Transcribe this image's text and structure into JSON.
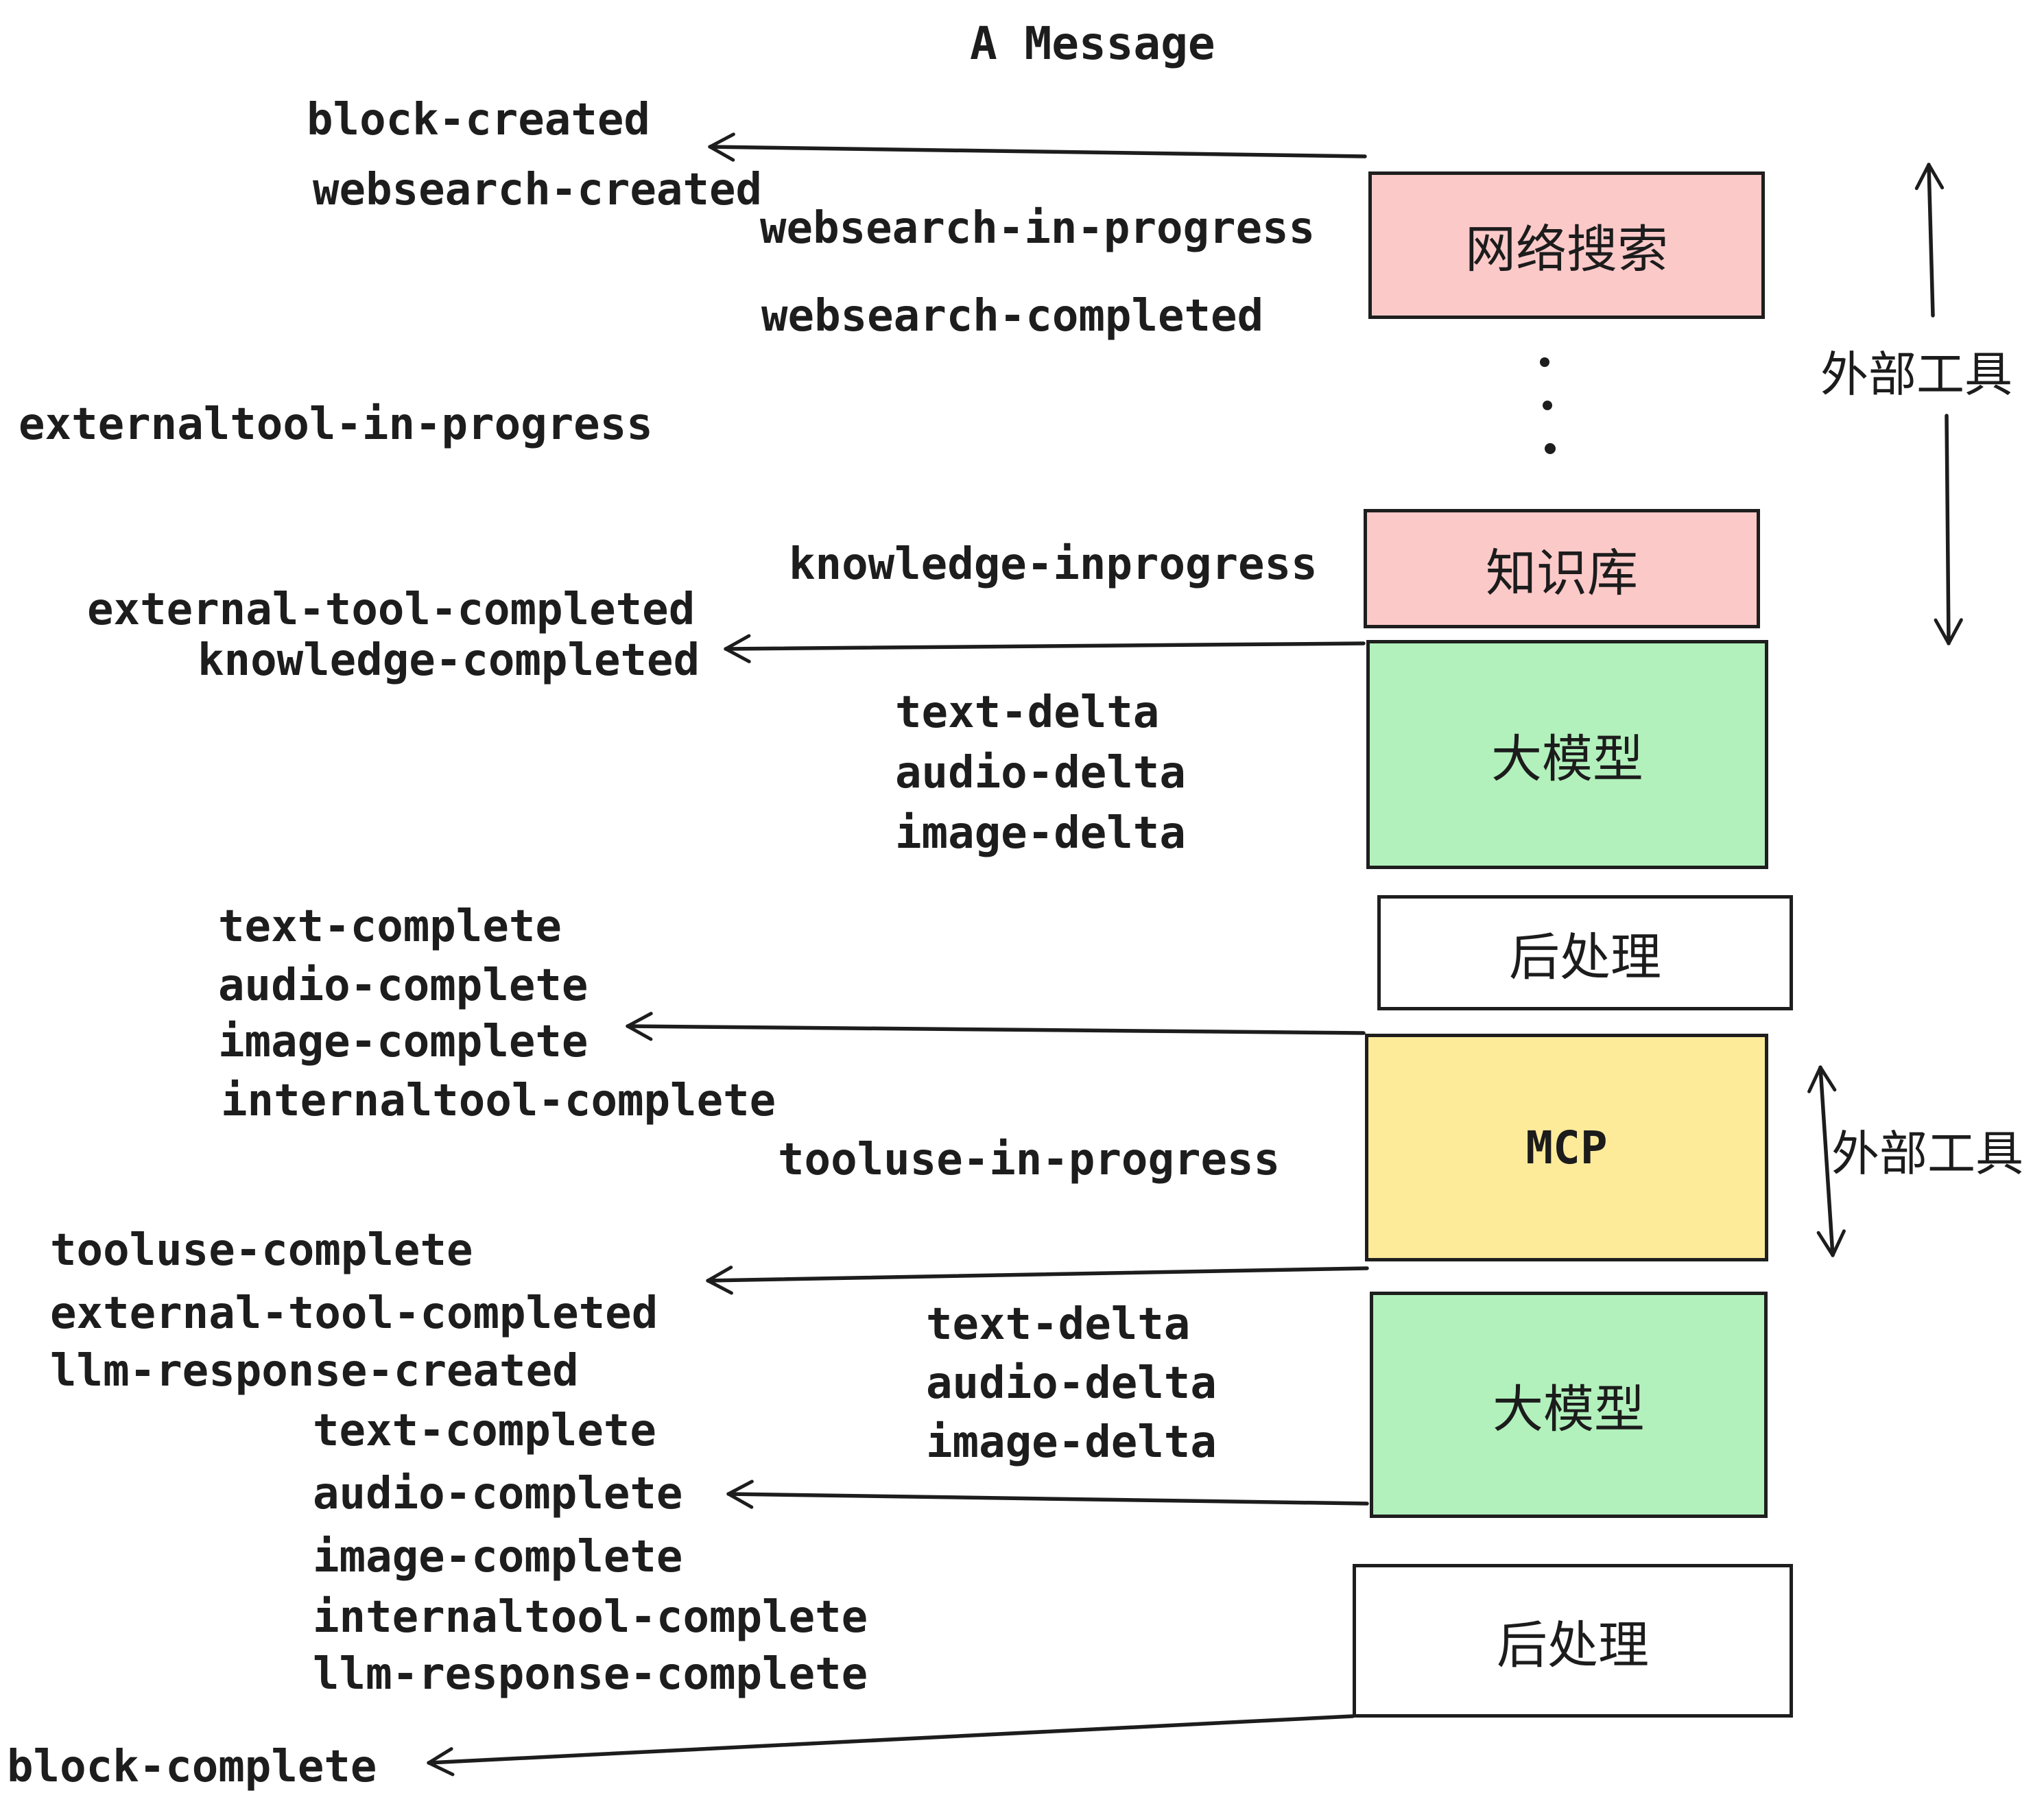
{
  "title": "A Message",
  "boxes": [
    {
      "id": "websearch",
      "label": "网络搜索",
      "fill": "#FCC9C9"
    },
    {
      "id": "knowledge-base",
      "label": "知识库",
      "fill": "#FCC9C9"
    },
    {
      "id": "llm-1",
      "label": "大模型",
      "fill": "#B2F0BC"
    },
    {
      "id": "postprocess-1",
      "label": "后处理",
      "fill": "#FFFFFF"
    },
    {
      "id": "mcp",
      "label": "MCP",
      "fill": "#FDEB9A"
    },
    {
      "id": "llm-2",
      "label": "大模型",
      "fill": "#B2F0BC"
    },
    {
      "id": "postprocess-2",
      "label": "后处理",
      "fill": "#FFFFFF"
    }
  ],
  "side_labels": [
    {
      "text": "外部工具"
    },
    {
      "text": "外部工具"
    }
  ],
  "events": [
    {
      "text": "block-created"
    },
    {
      "text": "websearch-created"
    },
    {
      "text": "websearch-in-progress"
    },
    {
      "text": "websearch-completed"
    },
    {
      "text": "externaltool-in-progress"
    },
    {
      "text": "knowledge-inprogress"
    },
    {
      "text": "external-tool-completed"
    },
    {
      "text": "knowledge-completed"
    },
    {
      "text": "text-delta"
    },
    {
      "text": "audio-delta"
    },
    {
      "text": "image-delta"
    },
    {
      "text": "text-complete"
    },
    {
      "text": "audio-complete"
    },
    {
      "text": "image-complete"
    },
    {
      "text": "internaltool-complete"
    },
    {
      "text": "tooluse-in-progress"
    },
    {
      "text": "tooluse-complete"
    },
    {
      "text": "external-tool-completed"
    },
    {
      "text": "llm-response-created"
    },
    {
      "text": "text-delta"
    },
    {
      "text": "audio-delta"
    },
    {
      "text": "image-delta"
    },
    {
      "text": "text-complete"
    },
    {
      "text": "audio-complete"
    },
    {
      "text": "image-complete"
    },
    {
      "text": "internaltool-complete"
    },
    {
      "text": "llm-response-complete"
    },
    {
      "text": "block-complete"
    }
  ],
  "icons": [
    {
      "name": "vertical-ellipsis",
      "glyph": "⋮"
    },
    {
      "name": "arrow-left",
      "glyph": "←"
    },
    {
      "name": "arrow-up",
      "glyph": "↑"
    },
    {
      "name": "arrow-down",
      "glyph": "↓"
    },
    {
      "name": "arrow-up-down",
      "glyph": "↕"
    }
  ],
  "colors": {
    "background": "#FFFFFF",
    "ink": "#1D1D1D",
    "box_border": "#1E1E1E",
    "pink": "#FCC9C9",
    "green": "#B2F0BC",
    "yellow": "#FDEB9A",
    "white": "#FFFFFF"
  }
}
